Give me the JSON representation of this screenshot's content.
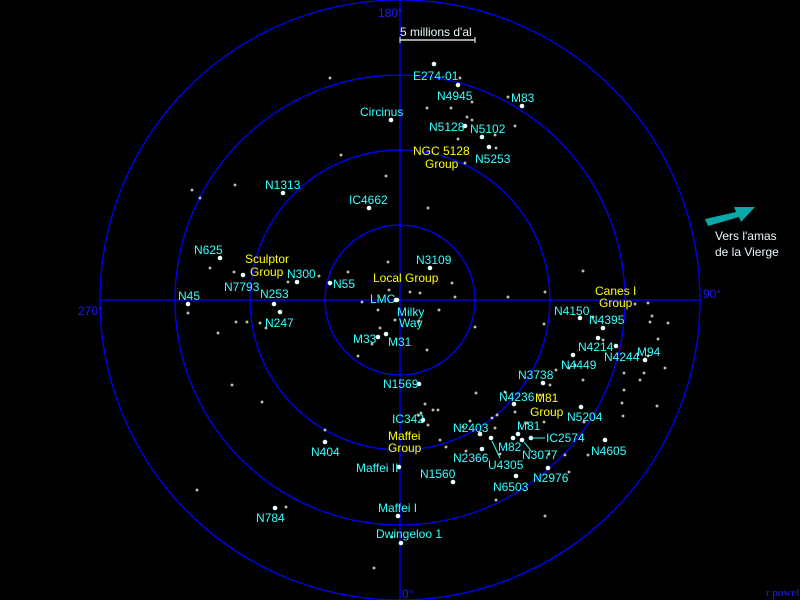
{
  "axes": {
    "top": "180°",
    "right": "90°",
    "left": "270°",
    "bottom": "0°"
  },
  "scale_bar": "5 millions d'al",
  "direction_note": {
    "line1": "Vers l'amas",
    "line2": "de la Vierge"
  },
  "credit": "r powell",
  "colors": {
    "rings": "#0000ff",
    "galaxy_label": "#33ffff",
    "group_label": "#ffff00",
    "arrow": "#0aa8a8",
    "star": "#fffbe0"
  },
  "groups": [
    {
      "line1": "NGC 5128",
      "line2": "Group"
    },
    {
      "line1": "Sculptor",
      "line2": "Group"
    },
    {
      "line1": "Local Group",
      "line2": ""
    },
    {
      "line1": "Canes I",
      "line2": "Group"
    },
    {
      "line1": "M81",
      "line2": "Group"
    },
    {
      "line1": "Maffei",
      "line2": "Group"
    }
  ],
  "galaxies": [
    "E274-01",
    "N4945",
    "M83",
    "Circinus",
    "N5128",
    "N5102",
    "N5253",
    "N1313",
    "IC4662",
    "N625",
    "N7793",
    "N300",
    "N55",
    "N3109",
    "N45",
    "N253",
    "N247",
    "LMC",
    "Milky Way",
    "M33",
    "M31",
    "N1569",
    "N4150",
    "N4395",
    "N4214",
    "N4244",
    "M94",
    "N4449",
    "N3738",
    "N4236",
    "N5204",
    "IC342",
    "N2403",
    "M81",
    "IC2574",
    "M82",
    "N3077",
    "N4605",
    "N404",
    "N2366",
    "U4305",
    "Maffei II",
    "N2976",
    "N1560",
    "N6503",
    "N784",
    "Maffei I",
    "Dwingeloo 1"
  ]
}
